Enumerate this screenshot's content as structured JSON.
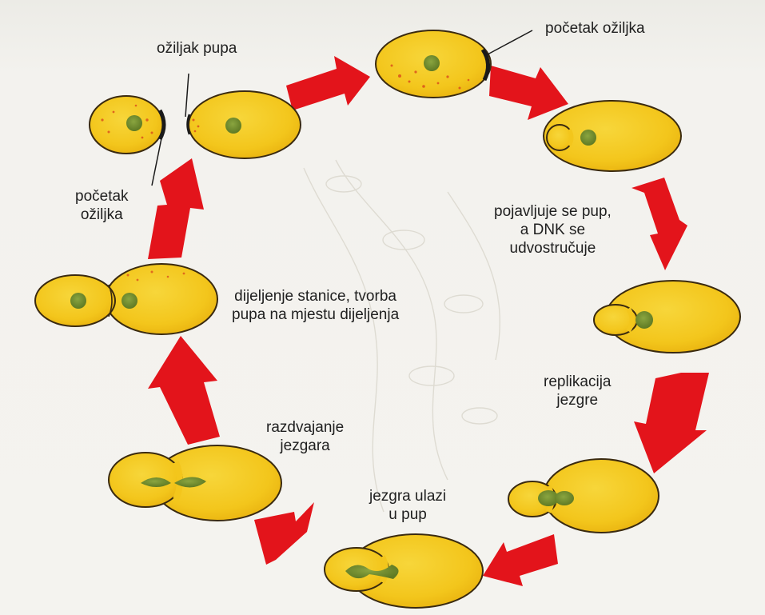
{
  "labels": {
    "scar_start_top": "početak ožiljka",
    "bud_scar": "ožiljak pupa",
    "scar_start_left": "početak\nožiljka",
    "bud_appears": "pojavljuje se pup,\na DNK se\nudvostručuje",
    "nucleus_replication": "replikacija\njezgre",
    "nucleus_enters_bud": "jezgra ulazi\nu pup",
    "nuclei_separation": "razdvajanje\njezgara",
    "cell_division": "dijeljenje stanice, tvorba\npupa na mjestu dijeljenja"
  },
  "colors": {
    "cell_fill": "#f3c61c",
    "cell_outline": "#3a2a10",
    "nucleus": "#6f8b2c",
    "arrow": "#e3141b",
    "speckle": "#d8421a",
    "scar": "#1a1a1a"
  }
}
